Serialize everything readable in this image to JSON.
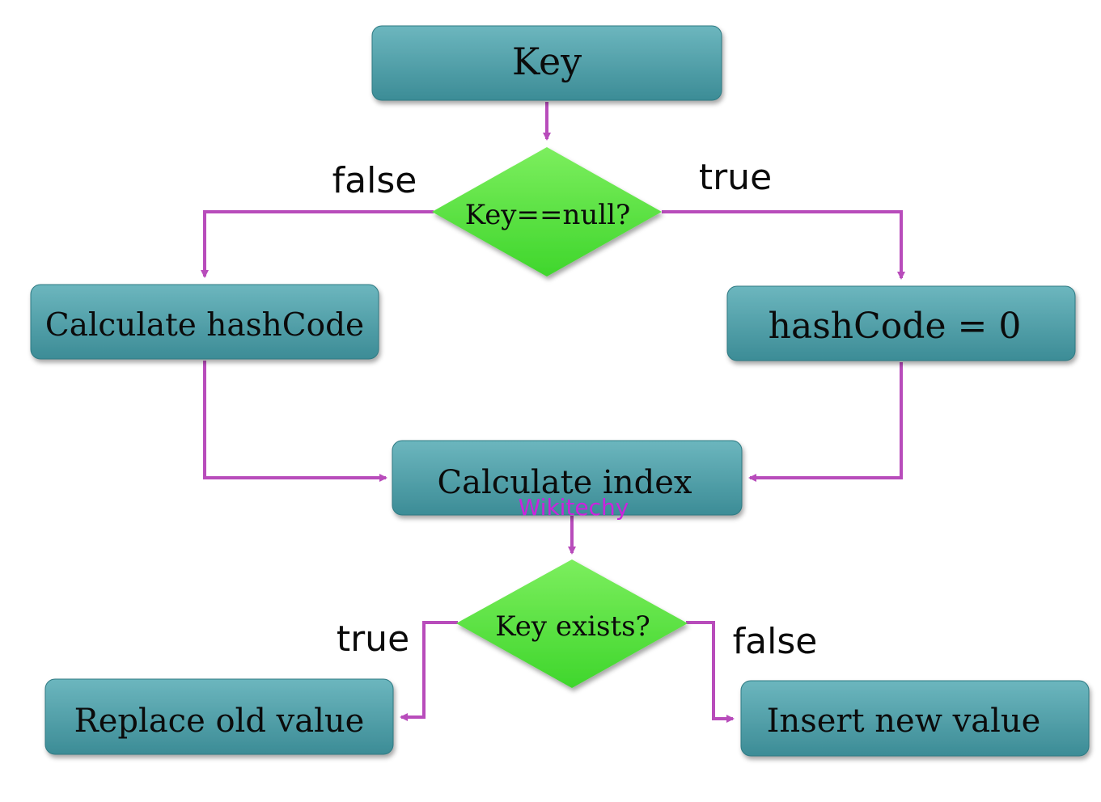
{
  "colors": {
    "box_top": "#6cb6be",
    "box_bottom": "#3c8c96",
    "box_edge": "#2f7a83",
    "diamond_top": "#7cee5e",
    "diamond_bottom": "#3fd62c",
    "connector": "#b84cbb",
    "watermark": "#cc22dd"
  },
  "nodes": {
    "key": "Key",
    "key_null_check": "Key==null?",
    "calc_hashcode": "Calculate hashCode",
    "hashcode_zero": "hashCode = 0",
    "calc_index": "Calculate index",
    "key_exists_check": "Key exists?",
    "replace_old": "Replace old value",
    "insert_new": "Insert new value"
  },
  "branch_labels": {
    "null_false": "false",
    "null_true": "true",
    "exists_true": "true",
    "exists_false": "false"
  },
  "watermark": "Wikitechy"
}
